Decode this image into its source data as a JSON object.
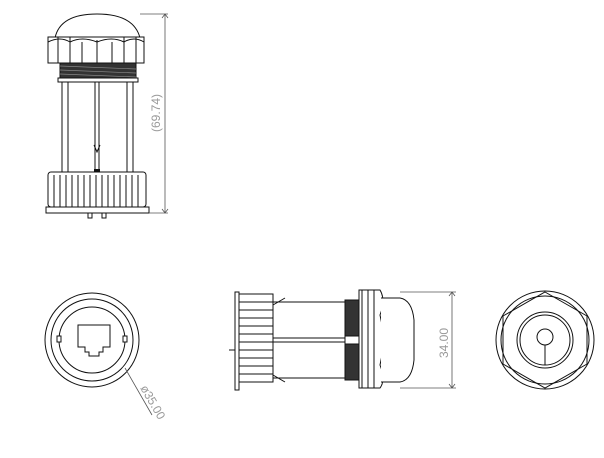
{
  "drawing": {
    "dimensions": {
      "height": "(69.74)",
      "width": "34.00",
      "diameter": "ø35.00"
    },
    "views": [
      "front-view",
      "bottom-view",
      "side-view",
      "top-view"
    ],
    "colors": {
      "line": "#111111",
      "dimension": "#999999"
    }
  }
}
